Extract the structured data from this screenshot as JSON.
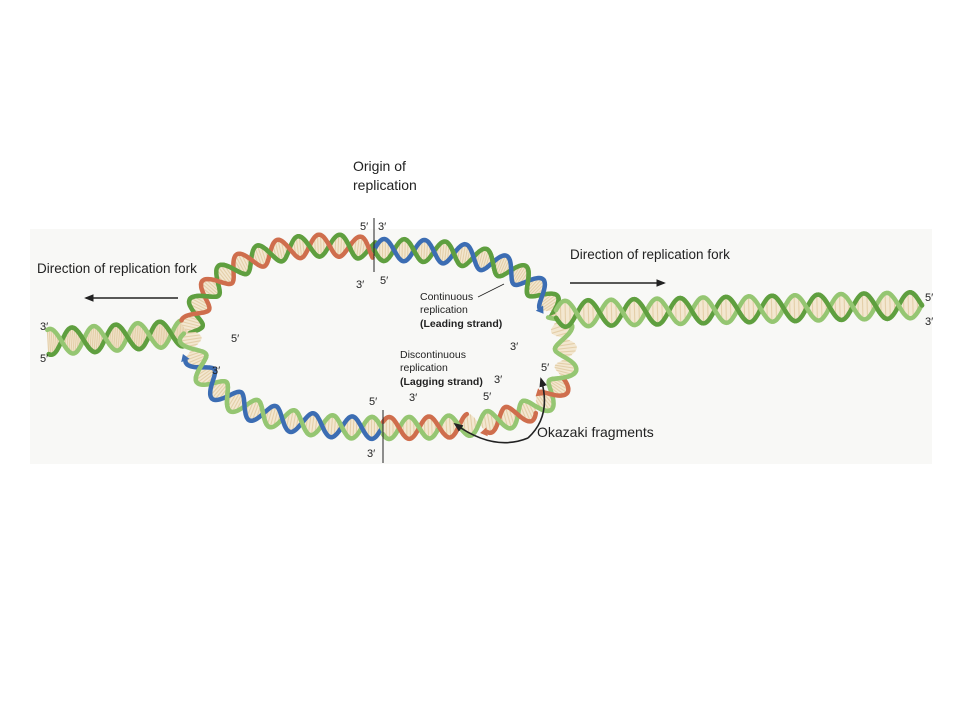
{
  "figure": {
    "origin_label": [
      "Origin of",
      "replication"
    ],
    "direction_left": "Direction of replication fork",
    "direction_right": "Direction of replication fork",
    "leading": {
      "line1": "Continuous",
      "line2": "replication",
      "line3": "(Leading strand)"
    },
    "lagging": {
      "line1": "Discontinuous",
      "line2": "replication",
      "line3": "(Lagging strand)"
    },
    "okazaki": "Okazaki fragments",
    "ends": {
      "left_duplex_top": "3′",
      "left_duplex_bottom": "5′",
      "origin_top_outer_5": "5′",
      "origin_top_outer_3": "3′",
      "origin_top_inner_3": "3′",
      "origin_top_inner_5": "5′",
      "upper_left_new_5": "5′",
      "leading_3": "3′",
      "right_duplex_top": "5′",
      "right_duplex_bottom": "3′",
      "lower_left_new_3": "3′",
      "origin_bottom_outer_5": "5′",
      "origin_bottom_inner_3": "3′",
      "origin_bottom_outer_3": "3′",
      "lagging_3": "3′",
      "lagging_5_inner": "5′",
      "lagging_5": "5′"
    }
  },
  "colors": {
    "panel": "#f8f8f6",
    "parental_strand": "#5f9f3f",
    "parental_strand_light": "#95c672",
    "new_strand_blue": "#3c6db3",
    "new_strand_red": "#cf6e4d",
    "base_pairs": "#f3e7d0",
    "rungs": "#e4cfa9",
    "ink": "#222222"
  }
}
